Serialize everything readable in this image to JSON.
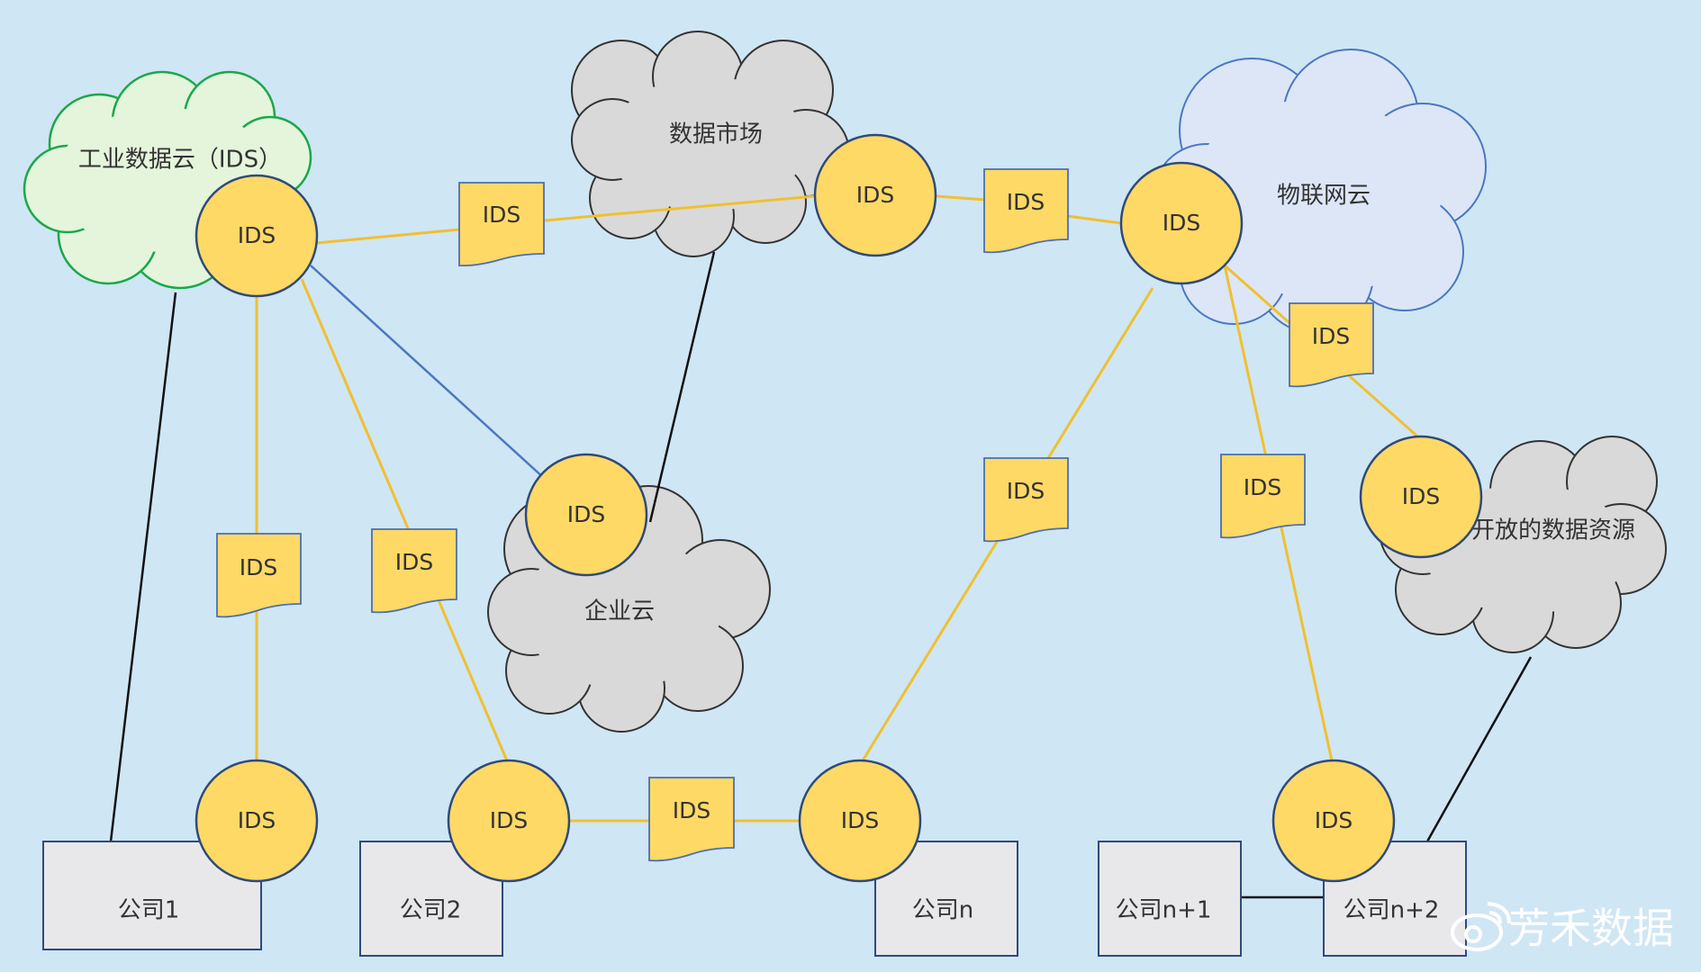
{
  "clouds": {
    "industrial": "工业数据云（IDS）",
    "market": "数据市场",
    "iot": "物联网云",
    "enterprise": "企业云",
    "open": "开放的数据资源"
  },
  "connector_label": "IDS",
  "companies": {
    "c1": "公司1",
    "c2": "公司2",
    "cn": "公司n",
    "cn1": "公司n+1",
    "cn2": "公司n+2"
  },
  "watermark": "芳禾数据",
  "colors": {
    "background": "#cfe6f5",
    "connector_fill": "#ffd966",
    "connector_border": "#2f4a7a",
    "link": "#f0c030",
    "industrial_cloud_fill": "#e4f5dc",
    "industrial_cloud_border": "#1aa84a",
    "iot_cloud_fill": "#dce6f7",
    "iot_cloud_border": "#4a78c0",
    "gray_cloud_fill": "#d9d9d9",
    "gray_cloud_border": "#333333",
    "company_fill": "#e8e8ea"
  }
}
